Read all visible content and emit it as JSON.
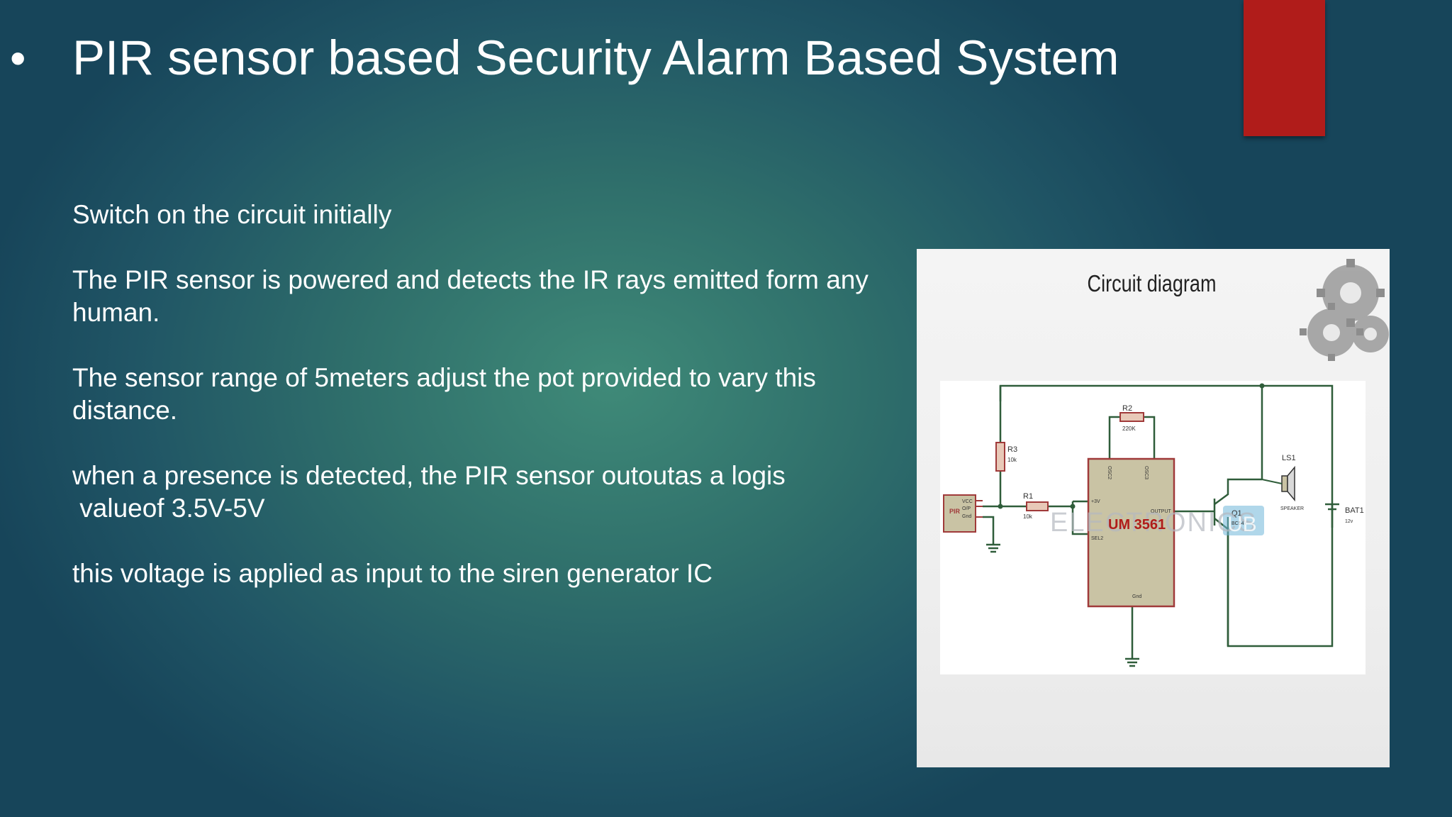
{
  "slide": {
    "bullet": "•",
    "title": "PIR sensor based Security Alarm Based System",
    "paragraphs": [
      "Switch on the circuit initially",
      "The PIR sensor is powered and detects the IR rays emitted form any human.",
      "The sensor range of 5meters adjust the pot provided to vary this distance.",
      "when a presence is detected, the PIR sensor outoutas a logis\n valueof 3.5V-5V",
      "this voltage is applied as input to the siren generator IC"
    ]
  },
  "diagram": {
    "title": "Circuit diagram",
    "ic_name": "UM 3561",
    "watermark": "ELECTRONICS",
    "watermark_suffix": "UB",
    "components": {
      "r1": "R1",
      "r1_val": "10k",
      "r2": "R2",
      "r2_val": "220K",
      "r3": "R3",
      "r3_val": "10k",
      "ls1": "LS1",
      "speaker": "SPEAKER",
      "q1": "Q1",
      "q1_val": "BC547",
      "bat1": "BAT1",
      "bat1_val": "12v",
      "pir": "PIR",
      "pir_vcc": "VCC",
      "pir_op": "O/P",
      "pir_gnd": "Gnd",
      "pin_vplus": "+3V",
      "pin_output": "OUTPUT",
      "pin_sel2": "SEL2",
      "pin_osc2": "OSC2",
      "pin_osc3": "OSC3",
      "pin_gnd": "Gnd"
    }
  },
  "colors": {
    "accent_red": "#b01c1a",
    "wire": "#2f5d3a",
    "ic_fill": "#c9c3a4",
    "component_red": "#a03a3a"
  }
}
